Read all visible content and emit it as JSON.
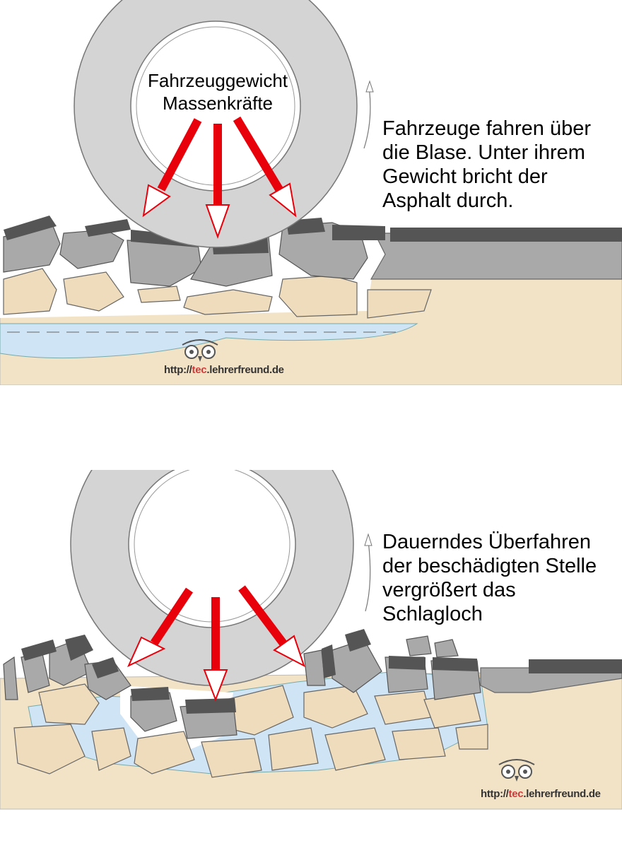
{
  "top_panel": {
    "wheel_label_line1": "Fahrzeuggewicht",
    "wheel_label_line2": "Massenkräfte",
    "caption": "Fahrzeuge fahren über\ndie Blase. Unter ihrem\nGewicht bricht der\nAsphalt durch.",
    "url_prefix": "http://",
    "url_highlight": "tec",
    "url_suffix": ".lehrerfreund.de"
  },
  "bottom_panel": {
    "caption": "Dauerndes Überfahren\nder beschädigten Stelle\nvergrößert das\nSchlagloch",
    "url_prefix": "http://",
    "url_highlight": "tec",
    "url_suffix": ".lehrerfreund.de"
  },
  "colors": {
    "tire": "#d4d4d4",
    "asphalt_top": "#555555",
    "asphalt_body": "#a9a9a9",
    "soil": "#f2e3c6",
    "water": "#cfe4f5",
    "arrow": "#e8000b"
  },
  "icons": [
    "owl-logo-icon",
    "rotation-arrow-icon",
    "force-arrow-icon"
  ]
}
